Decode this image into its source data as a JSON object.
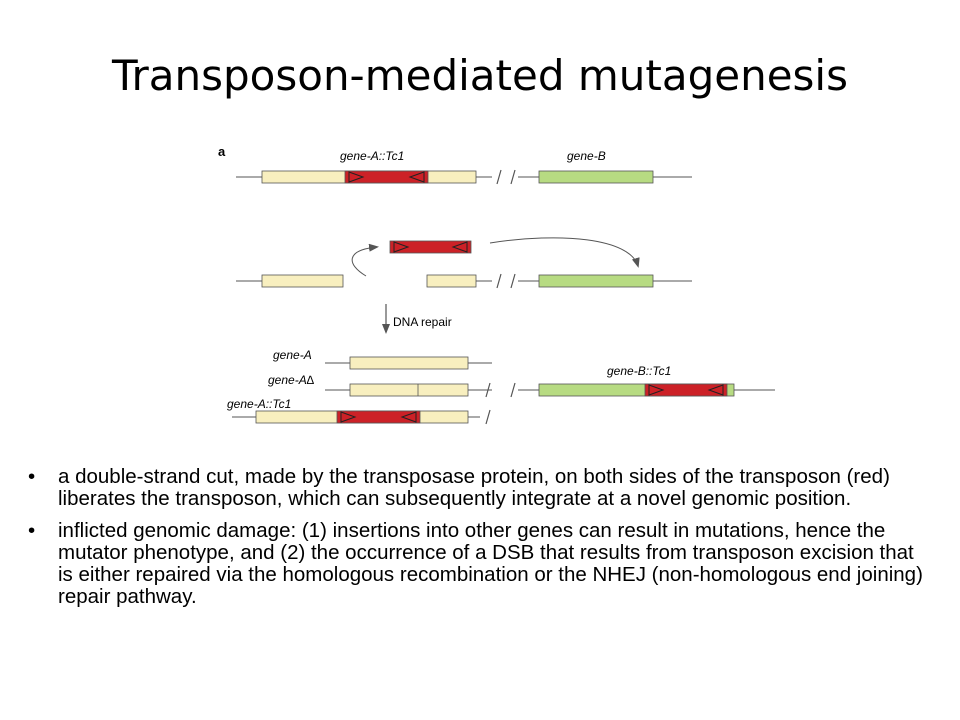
{
  "slide": {
    "title": "Transposon-mediated mutagenesis"
  },
  "figure": {
    "panel_label": "a",
    "labels": {
      "gene_a_tc1_top": "gene-A::Tc1",
      "gene_b": "gene-B",
      "dna_repair": "DNA repair",
      "gene_a": "gene-A",
      "gene_a_delta": "gene-A∆",
      "gene_a_tc1_bottom": "gene-A::Tc1",
      "gene_b_tc1": "gene-B::Tc1"
    },
    "colors": {
      "gene_a": "#f8efbf",
      "transposon": "#cc2127",
      "gene_b": "#b7db82",
      "line": "#555555"
    }
  },
  "bullets": [
    {
      "marker": "•",
      "text": "a double-strand cut, made by the transposase protein, on both sides of the transposon (red) liberates the transposon, which can subsequently integrate at a novel genomic position."
    },
    {
      "marker": "•",
      "text": "inflicted genomic damage: (1) insertions into other genes can result in mutations, hence the mutator phenotype, and (2) the occurrence of a DSB that results from transposon excision that is either repaired via the homologous recombination or the NHEJ (non-homologous end joining) repair pathway."
    }
  ]
}
